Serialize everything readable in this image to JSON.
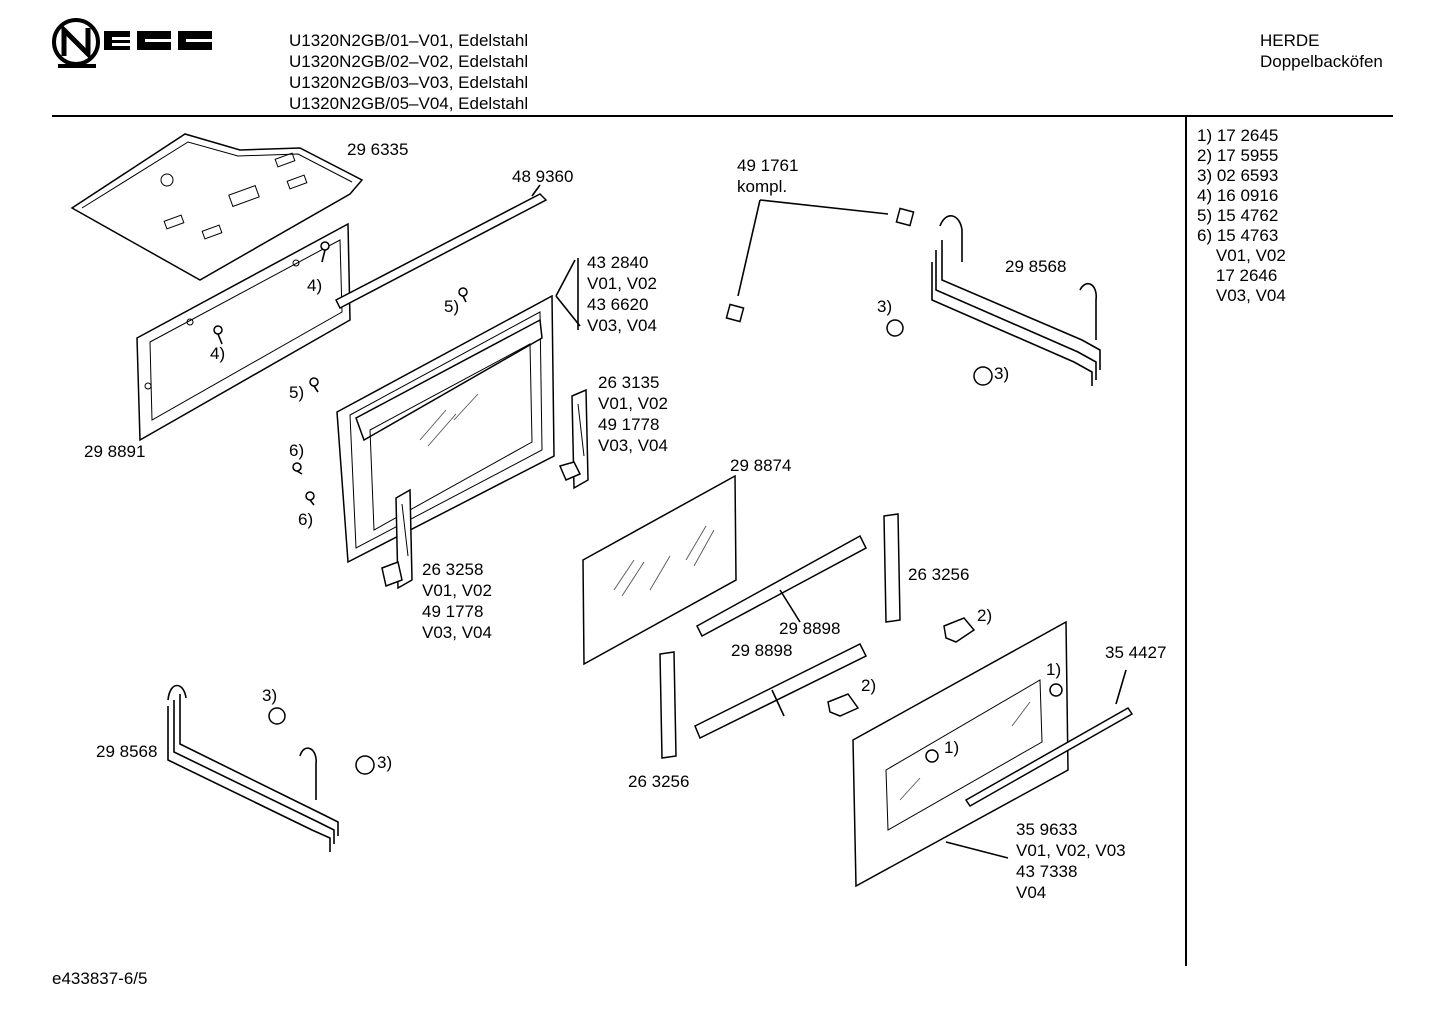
{
  "brand": {
    "name": "NEFF"
  },
  "header": {
    "models": [
      "U1320N2GB/01–V01, Edelstahl",
      "U1320N2GB/02–V02, Edelstahl",
      "U1320N2GB/03–V03, Edelstahl",
      "U1320N2GB/05–V04, Edelstahl"
    ],
    "category": "HERDE",
    "subcategory": "Doppelbacköfen"
  },
  "legend": [
    "1) 17 2645",
    "2) 17 5955",
    "3) 02 6593",
    "4) 16 0916",
    "5) 15 4762",
    "6) 15 4763",
    "    V01, V02",
    "    17 2646",
    "    V03, V04"
  ],
  "labels": {
    "p296335": "29 6335",
    "p489360": "48 9360",
    "p491761": "49 1761",
    "kompl": "kompl.",
    "p298568_top": "29 8568",
    "p432840_block": [
      "43 2840",
      "V01, V02",
      "43 6620",
      "V03, V04"
    ],
    "p263135_block": [
      "26 3135",
      "V01, V02",
      "49 1778",
      "V03, V04"
    ],
    "p263258_block": [
      "26 3258",
      "V01, V02",
      "49 1778",
      "V03, V04"
    ],
    "p298891": "29 8891",
    "p298874": "29 8874",
    "p263256_right": "26 3256",
    "p263256_bottom": "26 3256",
    "p298898_a": "29 8898",
    "p298898_b": "29 8898",
    "p354427": "35 4427",
    "p298568_left": "29 8568",
    "p359633_block": [
      "35 9633",
      "V01, V02, V03",
      "43 7338",
      "V04"
    ],
    "ref1": "1)",
    "ref2": "2)",
    "ref3": "3)",
    "ref4": "4)",
    "ref5": "5)",
    "ref6": "6)"
  },
  "footer": {
    "code": "e433837-6/5"
  }
}
